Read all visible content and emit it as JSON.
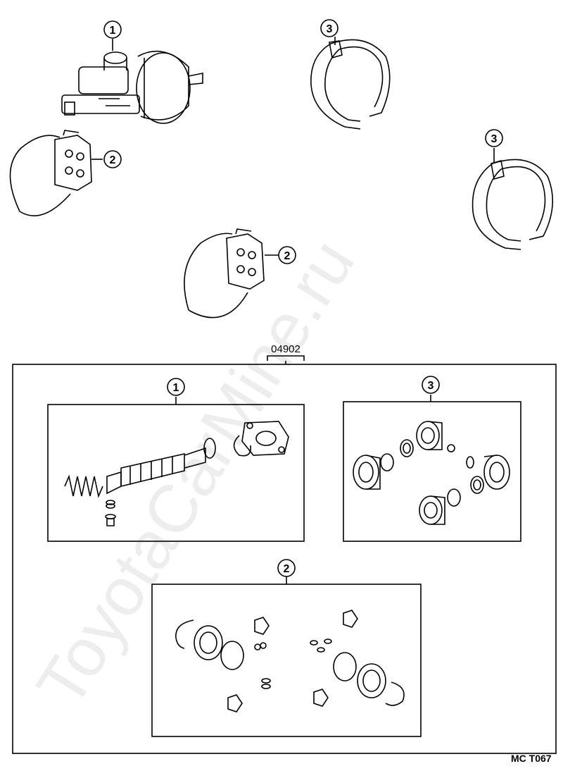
{
  "assembly_code": "04902",
  "diagram_ref": "MC T067",
  "watermark": "ToyotaCarMine.ru",
  "callouts": {
    "master_cylinder": "1",
    "caliper": "2",
    "shoe": "3"
  },
  "kit_labels": {
    "kit_1": "1",
    "kit_2": "2",
    "kit_3": "3"
  }
}
